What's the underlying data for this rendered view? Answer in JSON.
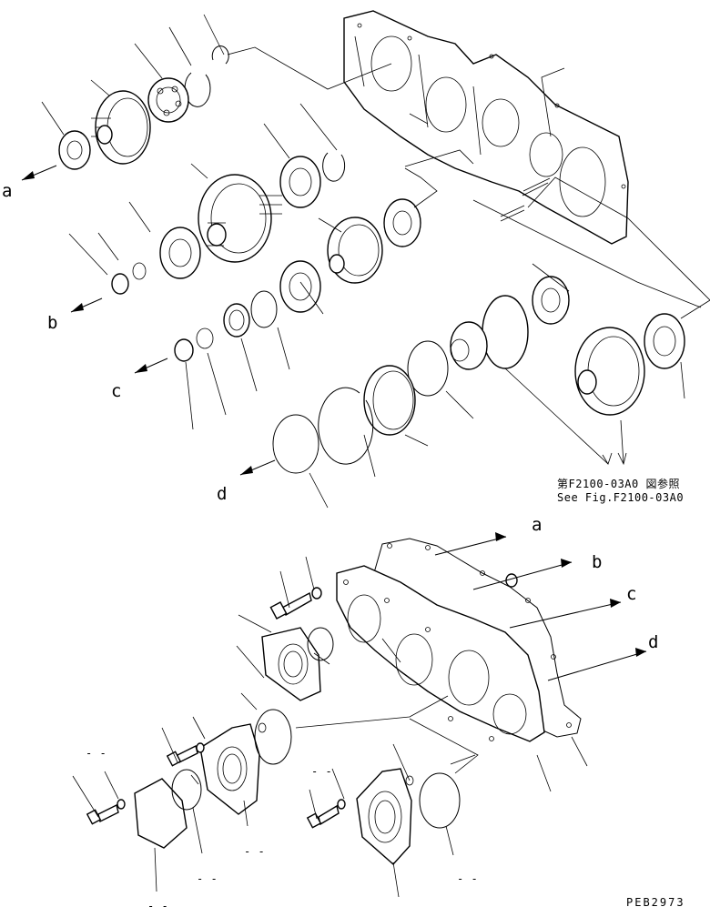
{
  "labels": {
    "a": "a",
    "b": "b",
    "c": "c",
    "d": "d"
  },
  "reference": {
    "line_jp": "第F2100-03A0 図参照",
    "line_en": "See Fig.F2100-03A0"
  },
  "drawing_code": "PEB2973",
  "placeholders": {
    "dash_pair": "- -"
  }
}
